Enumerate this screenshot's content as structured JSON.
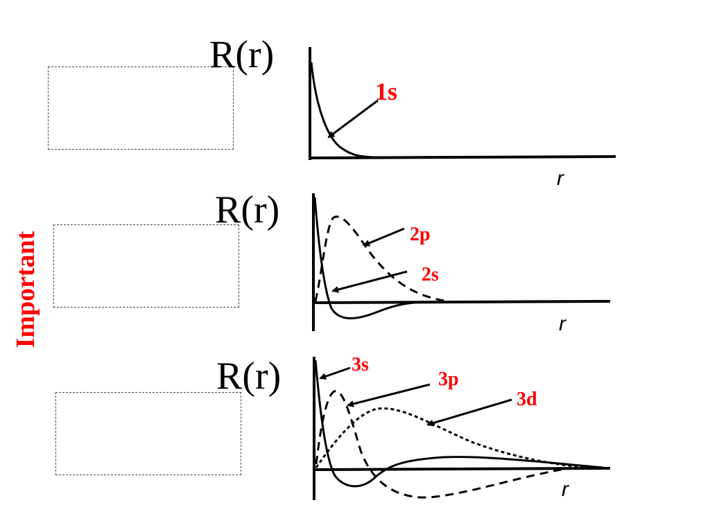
{
  "side_label": "Important",
  "colors": {
    "label": "#ff0000",
    "curve": "#000000"
  },
  "panels": [
    {
      "y_label": "R(r)",
      "x_label": "r",
      "orbitals": [
        "1s"
      ]
    },
    {
      "y_label": "R(r)",
      "x_label": "r",
      "orbitals": [
        "2p",
        "2s"
      ]
    },
    {
      "y_label": "R(r)",
      "x_label": "r",
      "orbitals": [
        "3s",
        "3p",
        "3d"
      ]
    }
  ]
}
